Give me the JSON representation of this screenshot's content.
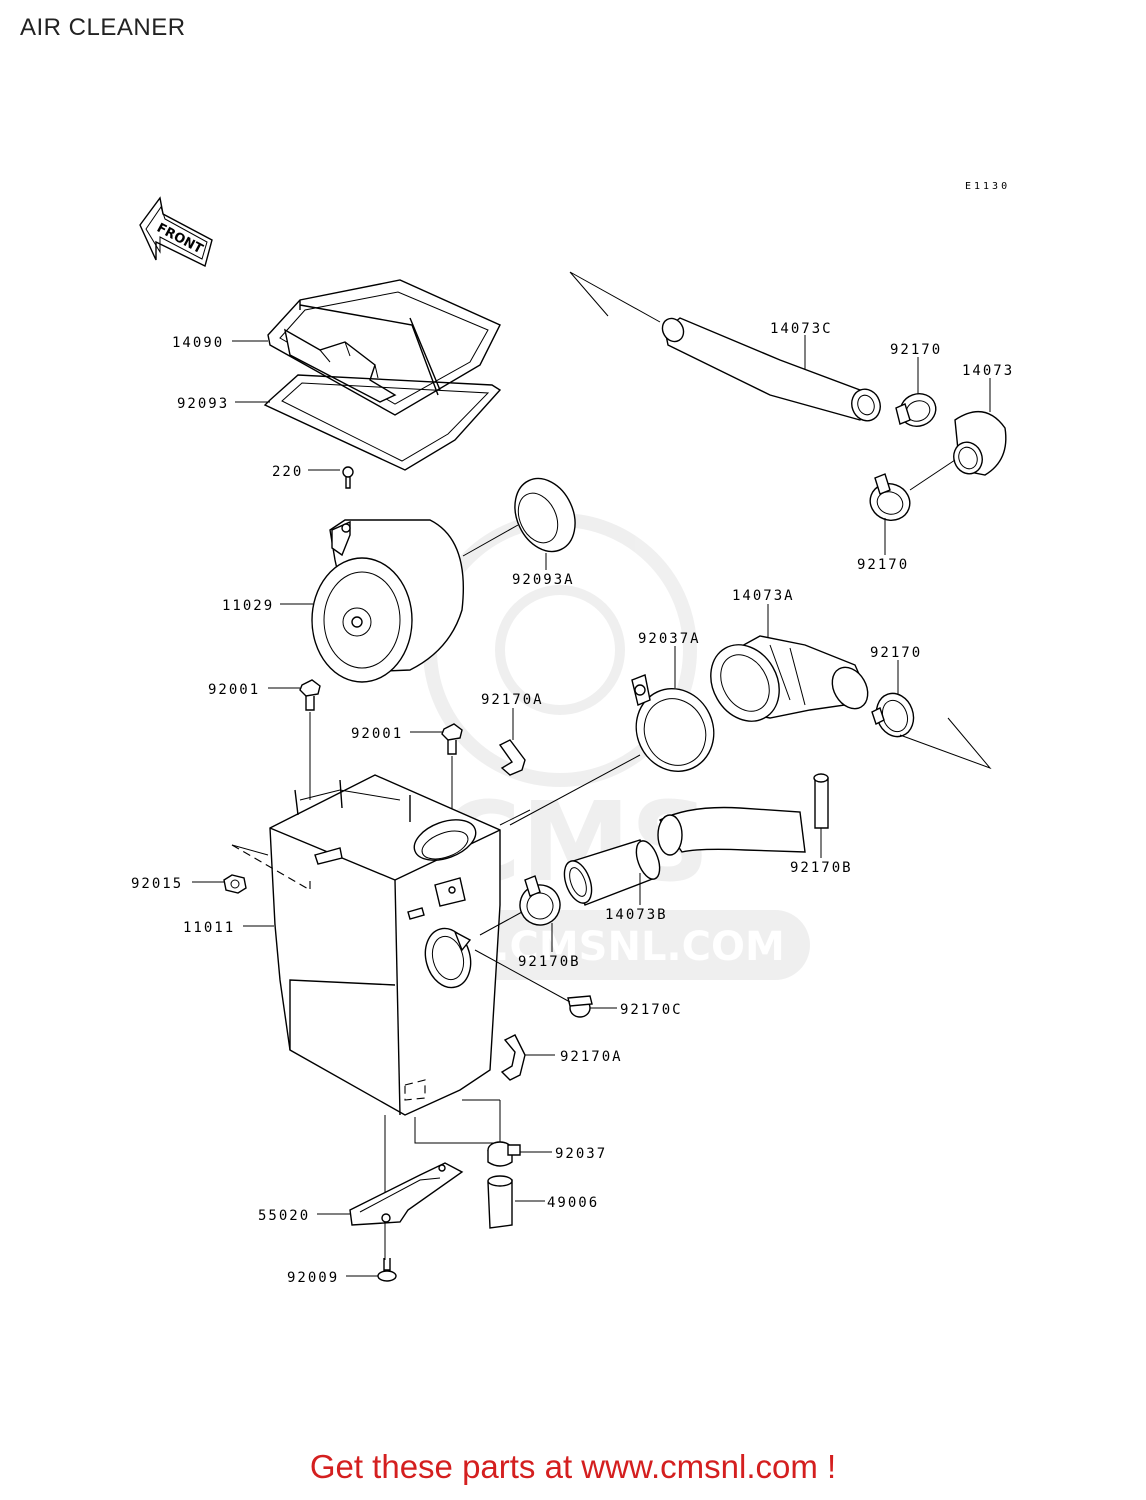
{
  "title": "AIR CLEANER",
  "diagram_code": "E1130",
  "front_arrow_label": "FRONT",
  "watermark_text": "WWW.CMSNL.COM",
  "footer": {
    "prefix": "Get these parts at",
    "link_text": "www.cmsnl.com",
    "suffix": "!"
  },
  "parts": {
    "p14090": "14090",
    "p92093": "92093",
    "p220": "220",
    "p11029": "11029",
    "p92093A": "92093A",
    "p92001_left": "92001",
    "p92001_mid": "92001",
    "p92170A_top": "92170A",
    "p92037A": "92037A",
    "p14073A": "14073A",
    "p92170_right": "92170",
    "p14073C": "14073C",
    "p92170_topright": "92170",
    "p14073": "14073",
    "p92170_lower": "92170",
    "p92015": "92015",
    "p11011": "11011",
    "p92170B_right": "92170B",
    "p14073B": "14073B",
    "p92170B_bottom": "92170B",
    "p92170C": "92170C",
    "p92170A_bottom": "92170A",
    "p92037": "92037",
    "p49006": "49006",
    "p55020": "55020",
    "p92009": "92009"
  }
}
